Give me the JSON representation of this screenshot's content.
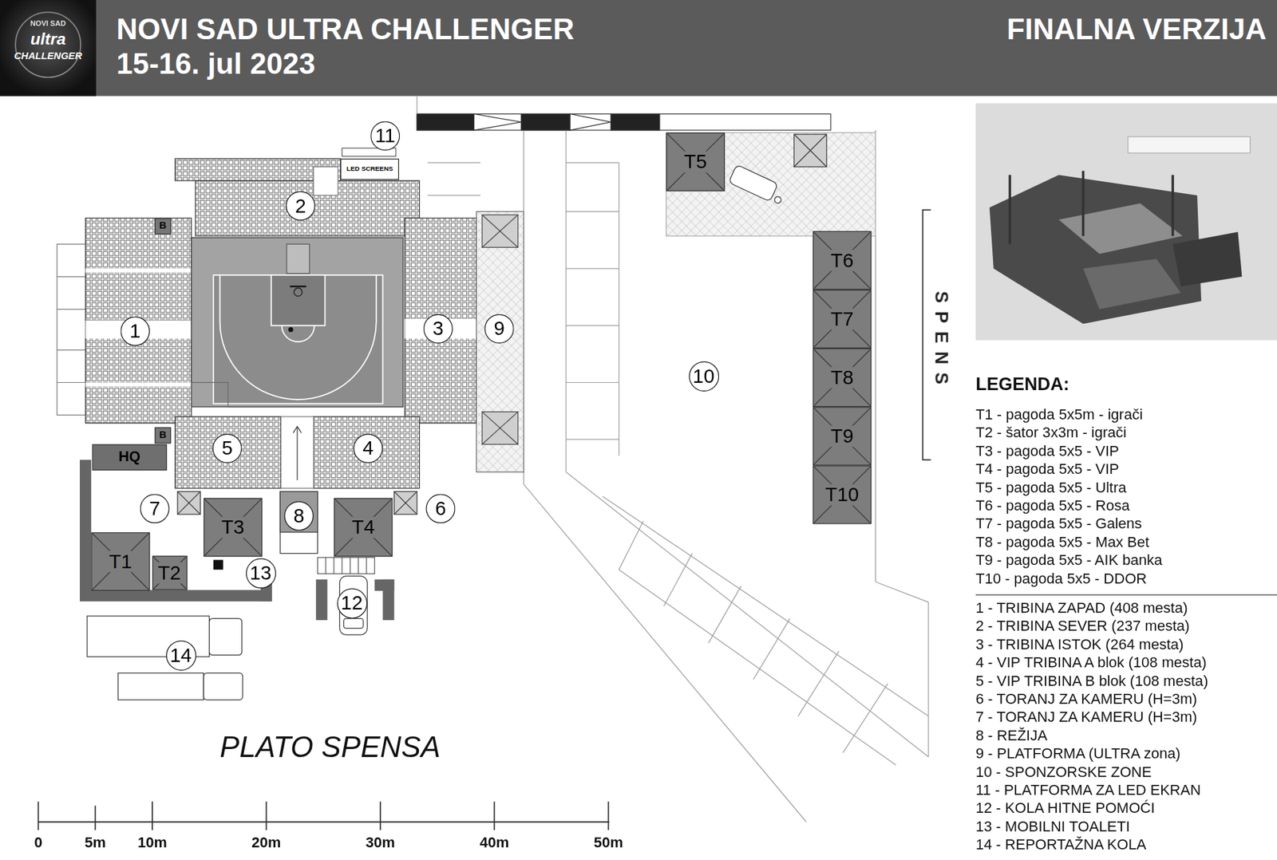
{
  "diagram": {
    "title": "NOVI SAD ULTRA CHALLENGER",
    "nodes": [
      {
        "text": [
          "11"
        ]
      },
      {
        "text": [
          "LED SCREENS"
        ]
      },
      {
        "text": [
          "B"
        ]
      },
      {
        "text": [
          "2"
        ]
      },
      {
        "text": [
          "1"
        ]
      },
      {
        "text": [
          "3"
        ]
      },
      {
        "text": [
          "9"
        ]
      },
      {
        "text": [
          "T5"
        ]
      },
      {
        "text": [
          "T6"
        ]
      },
      {
        "text": [
          "T7"
        ]
      },
      {
        "text": [
          "T8"
        ]
      },
      {
        "text": [
          "T9"
        ]
      },
      {
        "text": [
          "T10"
        ]
      },
      {
        "text": [
          "10"
        ]
      },
      {
        "text": [
          "B"
        ]
      },
      {
        "text": [
          "5"
        ]
      },
      {
        "text": [
          "4"
        ]
      },
      {
        "text": [
          "HQ"
        ]
      },
      {
        "text": [
          "7"
        ]
      },
      {
        "text": [
          "T3"
        ]
      },
      {
        "text": [
          "8"
        ]
      },
      {
        "text": [
          "T4"
        ]
      },
      {
        "text": [
          "6"
        ]
      },
      {
        "text": [
          "T1"
        ]
      },
      {
        "text": [
          "T2"
        ]
      },
      {
        "text": [
          "13"
        ]
      },
      {
        "text": [
          "12"
        ]
      },
      {
        "text": [
          "14"
        ]
      }
    ],
    "labels": [
      "15-16. jul 2023",
      "FINALNA VERZIJA",
      "NOVI SAD",
      "ultra",
      "CHALLENGER",
      "SPENS",
      "LEGENDA:",
      "PLATO SPENSA",
      "0",
      "5m",
      "10m",
      "20m",
      "30m",
      "40m",
      "50m"
    ],
    "legend": [
      {
        "text": "T1 - pagoda 5x5m - igrači"
      },
      {
        "text": "T2 - šator 3x3m - igrači"
      },
      {
        "text": "T3 - pagoda 5x5 - VIP"
      },
      {
        "text": "T4 - pagoda 5x5 - VIP"
      },
      {
        "text": "T5 - pagoda 5x5 - Ultra"
      },
      {
        "text": "T6 - pagoda 5x5 - Rosa"
      },
      {
        "text": "T7 - pagoda 5x5 - Galens"
      },
      {
        "text": "T8 - pagoda 5x5 - Max Bet"
      },
      {
        "text": "T9 - pagoda 5x5 - AIK banka"
      },
      {
        "text": "T10 - pagoda 5x5 - DDOR"
      },
      {
        "text": "1 - TRIBINA ZAPAD (408 mesta)"
      },
      {
        "text": "2 - TRIBINA SEVER (237 mesta)"
      },
      {
        "text": "3 - TRIBINA ISTOK (264 mesta)"
      },
      {
        "text": "4 - VIP TRIBINA A blok (108 mesta)"
      },
      {
        "text": "5 - VIP TRIBINA B blok (108 mesta)"
      },
      {
        "text": "6 - TORANJ ZA KAMERU (H=3m)"
      },
      {
        "text": "7 - TORANJ ZA KAMERU (H=3m)"
      },
      {
        "text": "8 - REŽIJA"
      },
      {
        "text": "9 - PLATFORMA (ULTRA zona)"
      },
      {
        "text": "10 - SPONZORSKE ZONE"
      },
      {
        "text": "11 - PLATFORMA ZA LED EKRAN"
      },
      {
        "text": "12 - KOLA HITNE POMOĆI"
      },
      {
        "text": "13 - MOBILNI TOALETI"
      },
      {
        "text": "14 - REPORTAŽNA KOLA"
      }
    ]
  }
}
